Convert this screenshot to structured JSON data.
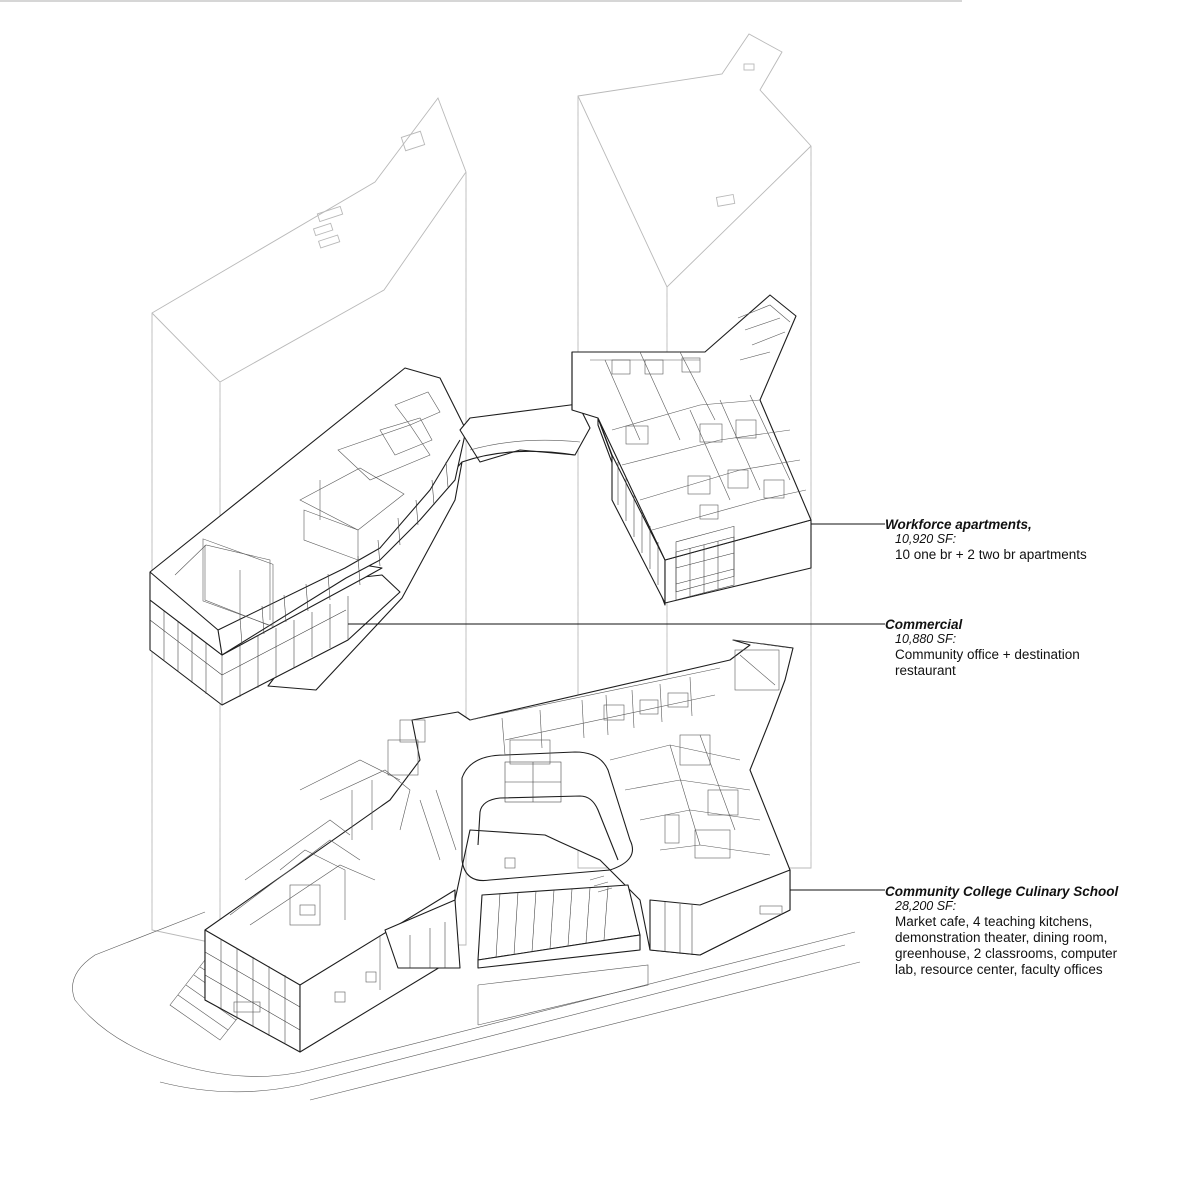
{
  "labels": {
    "workforce": {
      "title": "Workforce apartments,",
      "area": "10,920 SF:",
      "desc": [
        "10 one br + 2 two br apartments"
      ]
    },
    "commercial": {
      "title": "Commercial",
      "area": "10,880 SF:",
      "desc": [
        "Community office  + destination",
        "restaurant"
      ]
    },
    "culinary": {
      "title": "Community College Culinary School",
      "area": "28,200 SF:",
      "desc": [
        "Market cafe, 4 teaching kitchens,",
        "demonstration theater, dining room,",
        "greenhouse, 2 classrooms, computer",
        "lab, resource center, faculty offices"
      ]
    }
  }
}
